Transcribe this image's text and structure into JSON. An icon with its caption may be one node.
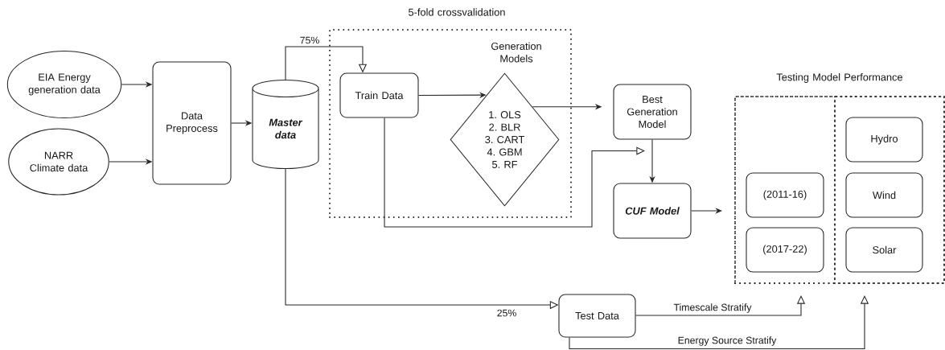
{
  "diagram": {
    "nodes": [
      {
        "text": [
          "EIA Energy generation data"
        ]
      },
      {
        "text": [
          "NARR Climate data"
        ]
      },
      {
        "text": [
          "Data Preprocess"
        ]
      },
      {
        "text": [
          "Master data"
        ]
      },
      {
        "text": [
          "5-fold crossvalidation"
        ]
      },
      {
        "text": [
          "Train Data"
        ],
        "in": 4
      },
      {
        "text": [
          "Generation Models",
          "1. OLS",
          "2. BLR",
          "3. CART",
          "4. GBM",
          "5. RF"
        ],
        "in": 4
      },
      {
        "text": [
          "Best Generation Model"
        ]
      },
      {
        "text": [
          "CUF Model"
        ]
      },
      {
        "text": [
          "Testing Model Performance"
        ]
      },
      {
        "text": [],
        "shape": "box",
        "in": 9
      },
      {
        "text": [],
        "shape": "box",
        "in": 9
      },
      {
        "text": [
          "(2011-16)"
        ],
        "in": 10
      },
      {
        "text": [
          "(2017-22)"
        ],
        "in": 10
      },
      {
        "text": [
          "Hydro"
        ],
        "in": 11
      },
      {
        "text": [
          "Wind"
        ],
        "in": 11
      },
      {
        "text": [
          "Solar"
        ],
        "in": 11
      },
      {
        "text": [
          "Test Data"
        ]
      }
    ],
    "edges": [
      {
        "from": 0,
        "to": 2,
        "arrow": "to"
      },
      {
        "from": 1,
        "to": 2,
        "arrow": "to"
      },
      {
        "from": 2,
        "to": 3,
        "arrow": "to"
      },
      {
        "from": 3,
        "to": 5,
        "arrow": "to",
        "label": "75%"
      },
      {
        "from": 5,
        "to": 6,
        "arrow": "to"
      },
      {
        "from": 6,
        "to": 7,
        "arrow": "to"
      },
      {
        "from": 5,
        "to": 7,
        "arrow": "to"
      },
      {
        "from": 7,
        "to": 8,
        "arrow": "to"
      },
      {
        "from": 8,
        "to": 9,
        "arrow": "to"
      },
      {
        "from": 3,
        "to": 17,
        "arrow": "to",
        "label": "25%"
      },
      {
        "from": 17,
        "to": 10,
        "arrow": "to",
        "label": "Timescale Stratify"
      },
      {
        "from": 17,
        "to": 11,
        "arrow": "to",
        "label": "Energy Source Stratify"
      }
    ]
  }
}
